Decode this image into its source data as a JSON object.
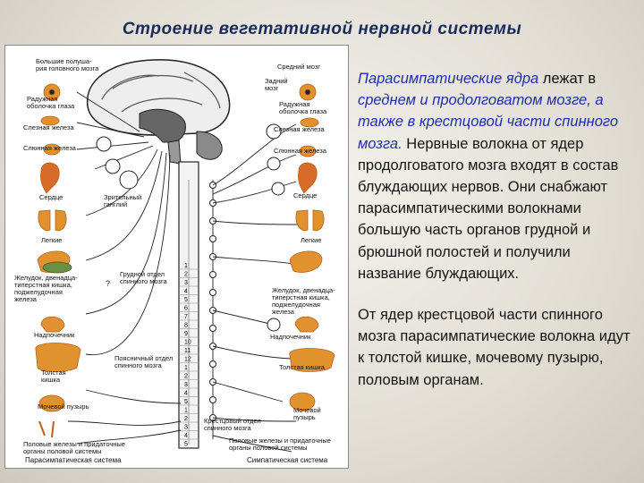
{
  "title": "Строение вегетативной нервной системы",
  "diagram": {
    "left_labels": {
      "cerebrum": "Большие полуша-\nрия головного мозга",
      "iris_l": "Радужная\nоболочка глаза",
      "lacrimal_l": "Слезная железа",
      "salivary_l": "Слюнная железа",
      "heart_l": "Сердце",
      "ganglion": "Зрительный\nганглий",
      "lungs_l": "Легкие",
      "thoracic": "Грудной отдел\nспинного мозга",
      "stomach_l": "Желудок, двенадца-\nтиперстная кишка,\nподжелудочная\nжелеза",
      "adrenal_l": "Надпочечник",
      "colon_l": "Толстая\nкишка",
      "lumbar": "Поясничный отдел\nспинного мозга",
      "bladder_l": "Мочевой пузырь",
      "sacral": "Крестцовый отдел\nспинного мозга",
      "genital_l": "Половые железы и придаточные\nорганы половой системы"
    },
    "right_labels": {
      "midbrain": "Средний мозг",
      "hindbrain": "Задний\nмозг",
      "iris_r": "Радужная\nоболочка глаза",
      "lacrimal_r": "Слезная железа",
      "salivary_r": "Слюнная железа",
      "heart_r": "Сердце",
      "lungs_r": "Легкие",
      "stomach_r": "Желудок, двенадца-\nтиперстная кишка,\nподжелудочная\nжелеза",
      "adrenal_r": "Надпочечник",
      "colon_r": "Толстая кишка",
      "bladder_r": "Мочевой\nпузырь",
      "genital_r": "Половые железы и придаточные\nорганы половой системы"
    },
    "footer": {
      "parasympathetic": "Парасимпатическая система",
      "sympathetic": "Симпатическая система"
    },
    "question_mark": "?",
    "segments": [
      "1",
      "2",
      "3",
      "4",
      "5",
      "6",
      "7",
      "8",
      "9",
      "10",
      "11",
      "12",
      "1",
      "2",
      "3",
      "4",
      "5",
      "1",
      "2",
      "3",
      "4",
      "5"
    ]
  },
  "text": {
    "p1_italic": "Парасимпатические ядра",
    "p1_a": " лежат в ",
    "p1_italic2": "среднем и продолговатом мозге, а также в крестцовой части спинного мозга.",
    "p1_b": " Нервные волокна от ядер продолговатого мозга входят в состав блуждающих нервов. Они снабжают парасимпатическими волокнами большую часть органов грудной и брюшной полостей и получили название блуждающих.",
    "p2": "От ядер крестцовой части спинного мозга парасимпатические волокна идут к толстой кишке, мочевому пузырю, половым органам."
  },
  "colors": {
    "title": "#1b2a5c",
    "highlight": "#1f2fa8",
    "organ": "#e0922e",
    "organ_dark": "#b8601c"
  }
}
